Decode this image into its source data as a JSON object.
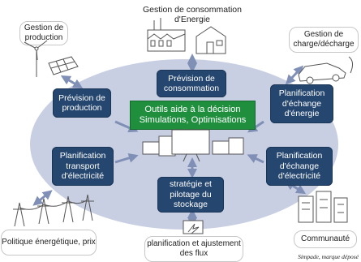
{
  "nodes": {
    "prevision_consommation": "Prévision de consommation",
    "prevision_production": "Prévision de production",
    "planif_echange_energie": "Planification d'échange d'énergie",
    "planif_transport": "Planification transport d'électricité",
    "planif_echange_electricite": "Planification d'échange d'électricité",
    "strategie_stockage": "stratégie et pilotage du stockage"
  },
  "center": {
    "line1": "Outils aide à la décision",
    "line2": "Simulations, Optimisations"
  },
  "outer": {
    "gestion_consommation": "Gestion de consommation d'Energie",
    "gestion_production": "Gestion de production",
    "gestion_charge": "Gestion de charge/décharge",
    "politique": "Politique énergétique, prix",
    "planification_flux": "planification et ajustement des flux",
    "communaute": "Communauté"
  },
  "caption": "Simpade, marque déposé",
  "colors": {
    "node": "#25466f",
    "center": "#1f8f3e",
    "ellipse": "#c9cfe3",
    "arrow": "#7f8fb5"
  }
}
